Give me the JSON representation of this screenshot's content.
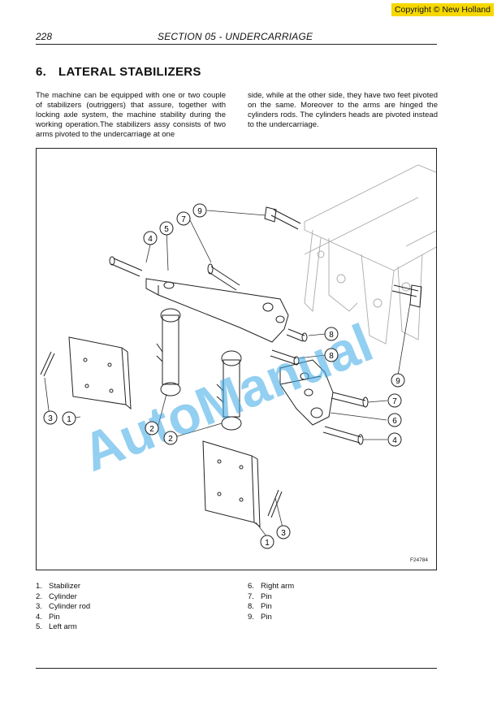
{
  "copyright": "Copyright © New Holland",
  "header": {
    "page_number": "228",
    "section": "SECTION 05 - UNDERCARRIAGE"
  },
  "heading": {
    "number": "6.",
    "title": "LATERAL STABILIZERS"
  },
  "body": {
    "col1": "The machine can be equipped with one or two couple of stabilizers (outriggers) that assure, together with locking axle system, the machine stability during the working operation.The stabilizers assy consists of two arms pivoted to the undercarriage at one",
    "col2": "side, while at the other side, they have two feet pivoted on the same. Moreover to the arms are hinged the cylinders rods. The cylinders heads are pivoted instead to the undercarriage."
  },
  "figure": {
    "watermark": "AutoManual",
    "code": "F24784",
    "callouts": [
      "1",
      "1",
      "2",
      "2",
      "3",
      "3",
      "4",
      "4",
      "5",
      "6",
      "7",
      "7",
      "8",
      "8",
      "9",
      "9"
    ]
  },
  "legend": [
    {
      "num": "1.",
      "label": "Stabilizer"
    },
    {
      "num": "2.",
      "label": "Cylinder"
    },
    {
      "num": "3.",
      "label": "Cylinder rod"
    },
    {
      "num": "4.",
      "label": "Pin"
    },
    {
      "num": "5.",
      "label": "Left arm"
    },
    {
      "num": "6.",
      "label": "Right arm"
    },
    {
      "num": "7.",
      "label": "Pin"
    },
    {
      "num": "8.",
      "label": "Pin"
    },
    {
      "num": "9.",
      "label": "Pin"
    }
  ]
}
